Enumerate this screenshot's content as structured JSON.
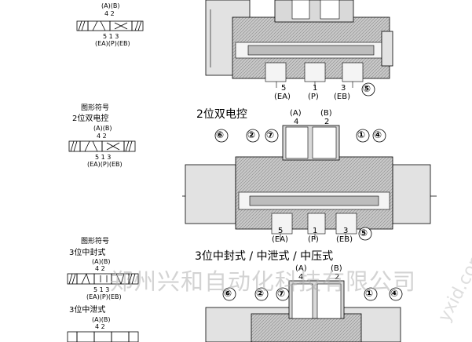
{
  "symbol_blocks": {
    "top": {
      "ports_top": "(A)(B)",
      "ports_top_nums": "4 2",
      "ports_bottom_nums": "5 1 3",
      "ports_bottom": "(EA)(P)(EB)"
    },
    "middle": {
      "heading": "图形符号",
      "title": "2位双电控",
      "ports_top": "(A)(B)",
      "ports_top_nums": "4 2",
      "ports_bottom_nums": "5 1 3",
      "ports_bottom": "(EA)(P)(EB)"
    },
    "lower": {
      "heading": "图形符号",
      "title1": "3位中封式",
      "ports_top": "(A)(B)",
      "ports_top_nums": "4 2",
      "ports_bottom_nums": "5 1 3",
      "ports_bottom": "(EA)(P)(EB)",
      "title2": "3位中泄式",
      "ports_top2": "(A)(B)",
      "ports_top_nums2": "4 2"
    }
  },
  "section_top": {
    "ports": [
      {
        "num": "5",
        "name": "(EA)"
      },
      {
        "num": "1",
        "name": "(P)"
      },
      {
        "num": "3",
        "name": "(EB)"
      }
    ],
    "callout": "⑤"
  },
  "section_middle": {
    "title": "2位双电控",
    "top_ports": [
      {
        "name": "(A)",
        "num": "4"
      },
      {
        "name": "(B)",
        "num": "2"
      }
    ],
    "callouts": [
      "⑥",
      "②",
      "⑦",
      "①",
      "④",
      "⑤"
    ],
    "ports": [
      {
        "num": "5",
        "name": "(EA)"
      },
      {
        "num": "1",
        "name": "(P)"
      },
      {
        "num": "3",
        "name": "(EB)"
      }
    ]
  },
  "section_bottom": {
    "title": "3位中封式 / 中泄式 / 中压式",
    "top_ports": [
      {
        "name": "(A)",
        "num": "4"
      },
      {
        "name": "(B)",
        "num": "2"
      }
    ],
    "callouts": [
      "⑥",
      "②",
      "⑦",
      "①",
      "④"
    ]
  },
  "watermark": "郑州兴和自动化科技有限公司",
  "watermark_side": "yxid.com"
}
